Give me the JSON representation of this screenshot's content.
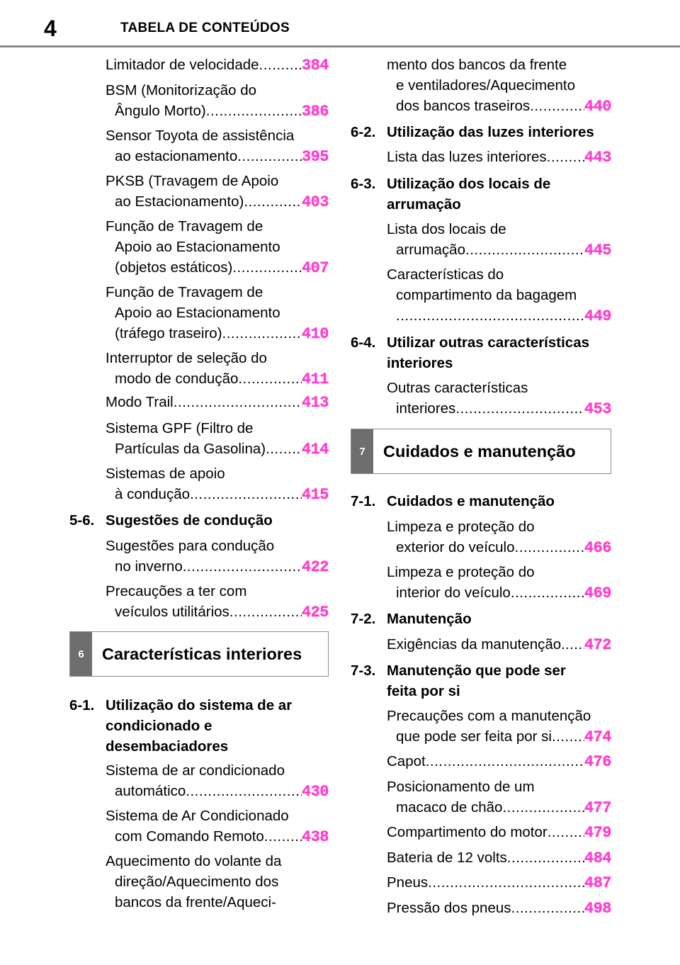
{
  "header": {
    "page_number": "4",
    "title": "TABELA DE CONTEÚDOS"
  },
  "left": {
    "e1": {
      "lines": [],
      "last": "Limitador de velocidade ",
      "page": "384"
    },
    "e2": {
      "lines": [
        "BSM (Monitorização do"
      ],
      "last": "Ângulo Morto) ",
      "page": "386"
    },
    "e3": {
      "lines": [
        "Sensor Toyota de assistência"
      ],
      "last": "ao estacionamento ",
      "page": "395"
    },
    "e4": {
      "lines": [
        "PKSB (Travagem de Apoio"
      ],
      "last": "ao Estacionamento)",
      "page": "403"
    },
    "e5": {
      "lines": [
        "Função de Travagem de",
        "Apoio ao Estacionamento"
      ],
      "last": "(objetos estáticos) ",
      "page": "407"
    },
    "e6": {
      "lines": [
        "Função de Travagem de",
        "Apoio ao Estacionamento"
      ],
      "last": "(tráfego traseiro) ",
      "page": "410"
    },
    "e7": {
      "lines": [
        "Interruptor de seleção do"
      ],
      "last": "modo de condução ",
      "page": "411"
    },
    "e8": {
      "lines": [],
      "last": "Modo Trail ",
      "page": "413"
    },
    "e9": {
      "lines": [
        "Sistema GPF (Filtro de"
      ],
      "last": "Partículas da Gasolina) ",
      "page": "414"
    },
    "e10": {
      "lines": [
        "Sistemas de apoio"
      ],
      "last": "à condução ",
      "page": "415"
    },
    "s56": {
      "num": "5-6.",
      "title": [
        "Sugestões de condução"
      ]
    },
    "e11": {
      "lines": [
        "Sugestões para condução"
      ],
      "last": "no inverno ",
      "page": "422"
    },
    "e12": {
      "lines": [
        "Precauções a ter com"
      ],
      "last": "veículos utilitários ",
      "page": "425"
    },
    "chapter6": {
      "num": "6",
      "title": "Características interiores"
    },
    "s61": {
      "num": "6-1.",
      "title": [
        "Utilização do sistema de ar",
        "condicionado e",
        "desembaciadores"
      ]
    },
    "e13": {
      "lines": [
        "Sistema de ar condicionado"
      ],
      "last": "automático ",
      "page": "430"
    },
    "e14": {
      "lines": [
        "Sistema de Ar Condicionado"
      ],
      "last": "com Comando Remoto",
      "page": "438"
    },
    "e15": {
      "lines": [
        "Aquecimento do volante da",
        "direção/Aquecimento dos",
        "bancos da frente/Aqueci-"
      ]
    }
  },
  "right": {
    "e15b": {
      "lines": [
        "mento dos bancos da frente",
        "e ventiladores/Aquecimento"
      ],
      "last": "dos bancos traseiros ",
      "page": "440"
    },
    "s62": {
      "num": "6-2.",
      "title": [
        "Utilização das luzes interiores"
      ]
    },
    "e16": {
      "lines": [],
      "last": "Lista das luzes interiores ",
      "page": "443"
    },
    "s63": {
      "num": "6-3.",
      "title": [
        "Utilização dos locais de",
        "arrumação"
      ]
    },
    "e17": {
      "lines": [
        "Lista dos locais de"
      ],
      "last": "arrumação ",
      "page": "445"
    },
    "e18": {
      "lines": [
        "Características do",
        "compartimento da bagagem"
      ],
      "last": "",
      "page": "449"
    },
    "s64": {
      "num": "6-4.",
      "title": [
        "Utilizar outras características",
        "interiores"
      ]
    },
    "e19": {
      "lines": [
        "Outras características"
      ],
      "last": "interiores ",
      "page": "453"
    },
    "chapter7": {
      "num": "7",
      "title": "Cuidados e manutenção"
    },
    "s71": {
      "num": "7-1.",
      "title": [
        "Cuidados e manutenção"
      ]
    },
    "e20": {
      "lines": [
        "Limpeza e proteção do"
      ],
      "last": "exterior do veículo ",
      "page": "466"
    },
    "e21": {
      "lines": [
        "Limpeza e proteção do"
      ],
      "last": "interior do veículo ",
      "page": "469"
    },
    "s72": {
      "num": "7-2.",
      "title": [
        "Manutenção"
      ]
    },
    "e22": {
      "lines": [],
      "last": "Exigências da manutenção.",
      "page": "472"
    },
    "s73": {
      "num": "7-3.",
      "title": [
        "Manutenção que pode ser",
        "feita por si"
      ]
    },
    "e23": {
      "lines": [
        "Precauções com a manutenção"
      ],
      "last": "que pode ser feita por si ",
      "page": "474"
    },
    "e24": {
      "lines": [],
      "last": "Capot ",
      "page": "476"
    },
    "e25": {
      "lines": [
        "Posicionamento de um"
      ],
      "last": "macaco de chão ",
      "page": "477"
    },
    "e26": {
      "lines": [],
      "last": "Compartimento do motor ",
      "page": "479"
    },
    "e27": {
      "lines": [],
      "last": "Bateria de 12 volts ",
      "page": "484"
    },
    "e28": {
      "lines": [],
      "last": "Pneus",
      "page": "487"
    },
    "e29": {
      "lines": [],
      "last": "Pressão dos pneus ",
      "page": "498"
    }
  },
  "colors": {
    "page_number": "#ff3fcf",
    "tab": "#6e6e6e",
    "rule": "#8c8c8c"
  }
}
